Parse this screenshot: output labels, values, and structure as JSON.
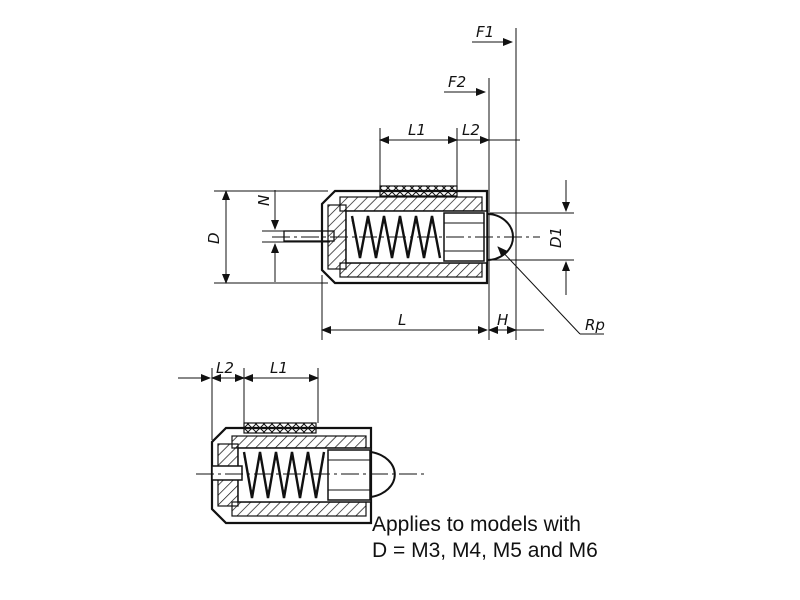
{
  "labels": {
    "F1": "F1",
    "F2": "F2",
    "L1": "L1",
    "L2": "L2",
    "D": "D",
    "N": "N",
    "D1": "D1",
    "L": "L",
    "H": "H",
    "Rp": "Rp"
  },
  "note": {
    "line1": "Applies to models with",
    "line2": "D = M3, M4, M5 and M6"
  },
  "colors": {
    "line": "#111111",
    "background": "#ffffff"
  }
}
